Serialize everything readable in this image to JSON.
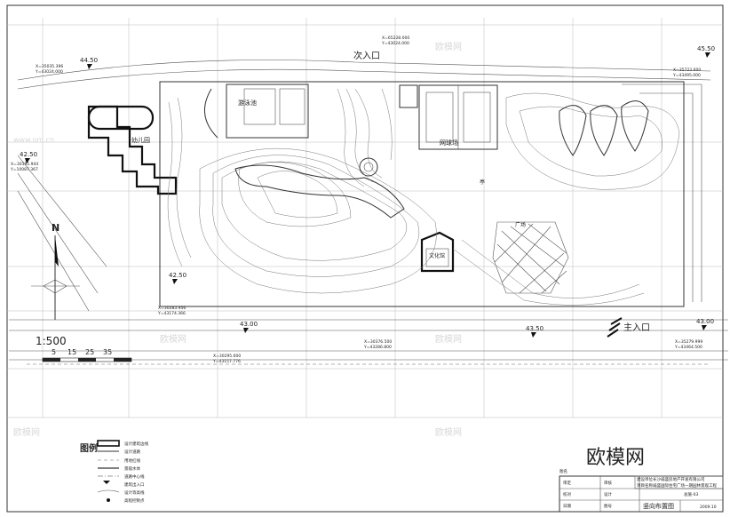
{
  "plan": {
    "secondary_entrance": "次入口",
    "main_entrance": "主入口",
    "north_mark": "N",
    "scale": "1:500",
    "scale_ticks": [
      "5",
      "15",
      "25",
      "35"
    ],
    "buildings": {
      "kindergarten": "幼儿园",
      "pool": "游泳池",
      "tennis": "网球场",
      "culture_center": "文化馆",
      "plaza": "广场",
      "pavilion": "亭"
    },
    "elevations": [
      "44.50",
      "45.50",
      "42.50",
      "42.50",
      "43.00",
      "43.50",
      "43.00"
    ],
    "coords": {
      "top_center": [
        "X=65228.000",
        "Y=43024.000"
      ],
      "top_left": [
        "X=35035.396",
        "Y=43024.000"
      ],
      "top_right": [
        "X=35723.600",
        "Y=43495.000"
      ],
      "left": [
        "X=30195.944",
        "Y=10087.367"
      ],
      "mid_left": [
        "X=30283.956",
        "Y=43174.366"
      ],
      "bottom_mid": [
        "X=30376.500",
        "Y=43286.800"
      ],
      "bottom_left": [
        "X=30295.600",
        "Y=43157.776"
      ],
      "right": [
        "X=35279.999",
        "Y=43464.500"
      ]
    }
  },
  "legend": {
    "title": "图例",
    "items": [
      "设计建筑边线",
      "设计道路",
      "用地红线",
      "景观水体",
      "道路中心线",
      "建筑出入口",
      "设计等高线",
      "高程控制点"
    ]
  },
  "title_block": {
    "company": "长沙威盛房地产开发有限公司",
    "project": "威盛国际住宅广场一期园林景观工程",
    "drawing": "竖向布置图",
    "labels": [
      "建设单位",
      "项目名称",
      "图名",
      "审定",
      "审核",
      "校对",
      "设计",
      "日期",
      "图号"
    ],
    "drawing_no": "总施-03",
    "date": "2009.10"
  },
  "watermark": {
    "brand": "欧模网",
    "site": "www.om.cn",
    "footer_text": "欧模网"
  }
}
